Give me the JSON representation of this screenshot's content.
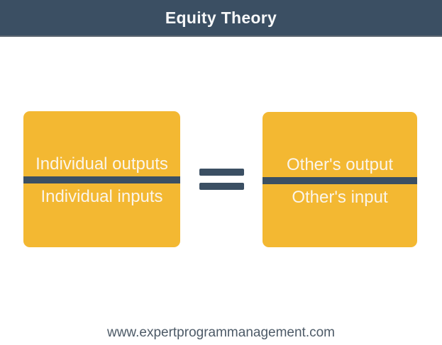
{
  "header": {
    "title": "Equity Theory"
  },
  "equation": {
    "left": {
      "numerator": "Individual outputs",
      "denominator": "Individual inputs"
    },
    "operator": "=",
    "right": {
      "numerator": "Other's output",
      "denominator": "Other's input"
    }
  },
  "footer": {
    "website": "www.expertprogrammanagement.com"
  },
  "colors": {
    "header_bg": "#3b4f63",
    "header_text": "#f7f8f9",
    "box_bg": "#f3b832",
    "box_text": "#fbf5ea",
    "divider": "#3b4f63",
    "equals": "#3b4f63",
    "footer_text": "#4d5a67"
  }
}
